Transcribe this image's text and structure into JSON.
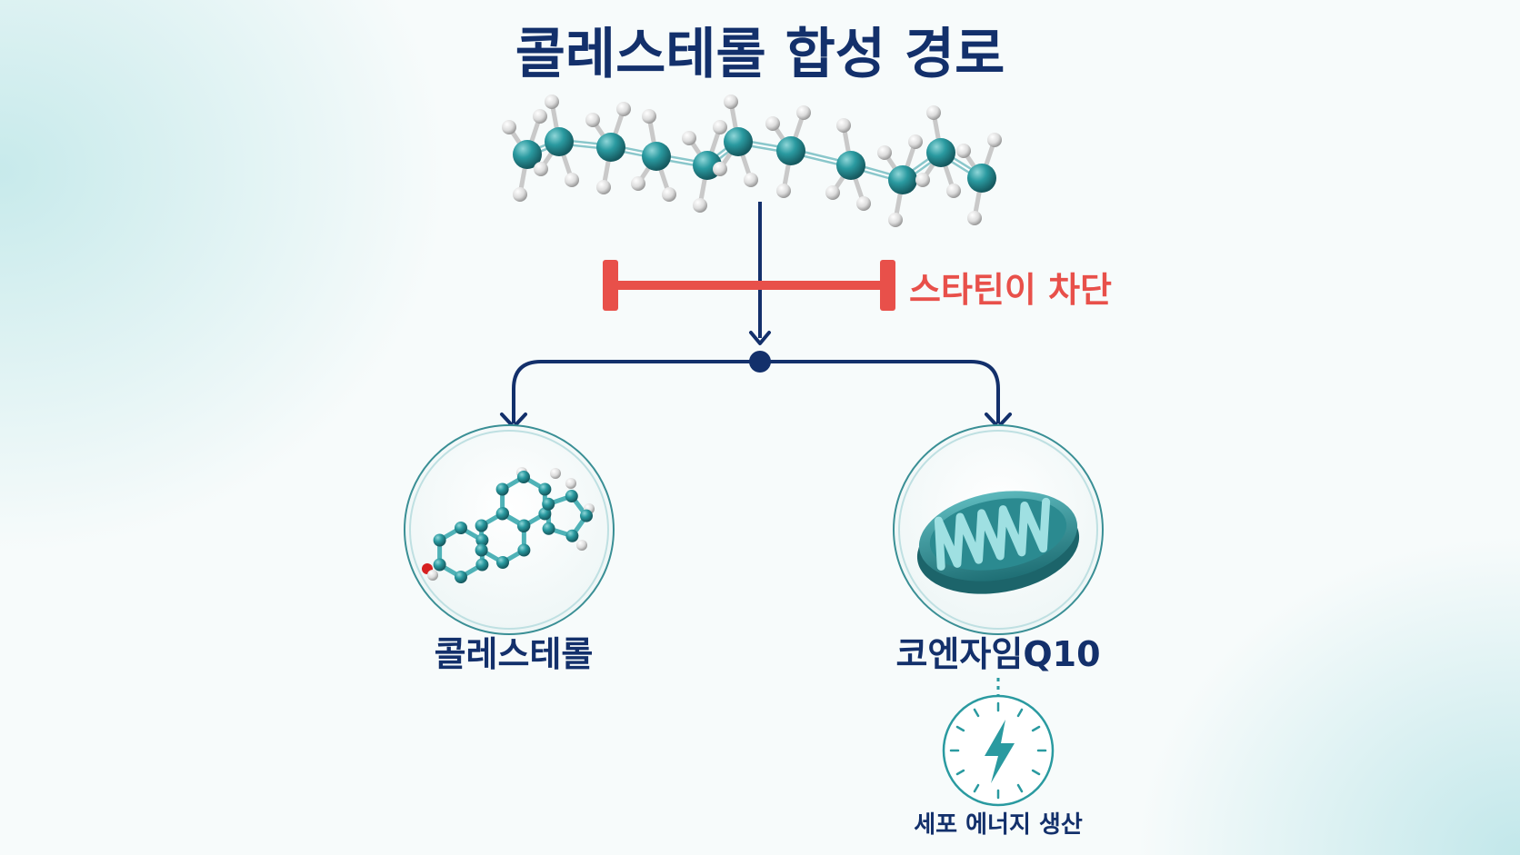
{
  "title": "콜레스테롤 합성 경로",
  "block_label": "스타틴이 차단",
  "products": [
    {
      "label": "콜레스테롤",
      "icon": "steroid-molecule-icon"
    },
    {
      "label": "코엔자임Q10",
      "icon": "mitochondria-icon"
    }
  ],
  "energy": {
    "label": "세포 에너지 생산",
    "icon": "lightning-icon"
  },
  "precursor_icon": "carbon-chain-molecule-icon",
  "colors": {
    "title": "#13306b",
    "arrows": "#13306b",
    "block": "#e8504a",
    "molecule": "#2a9aa0",
    "hydrogen": "#e6e6e6"
  }
}
